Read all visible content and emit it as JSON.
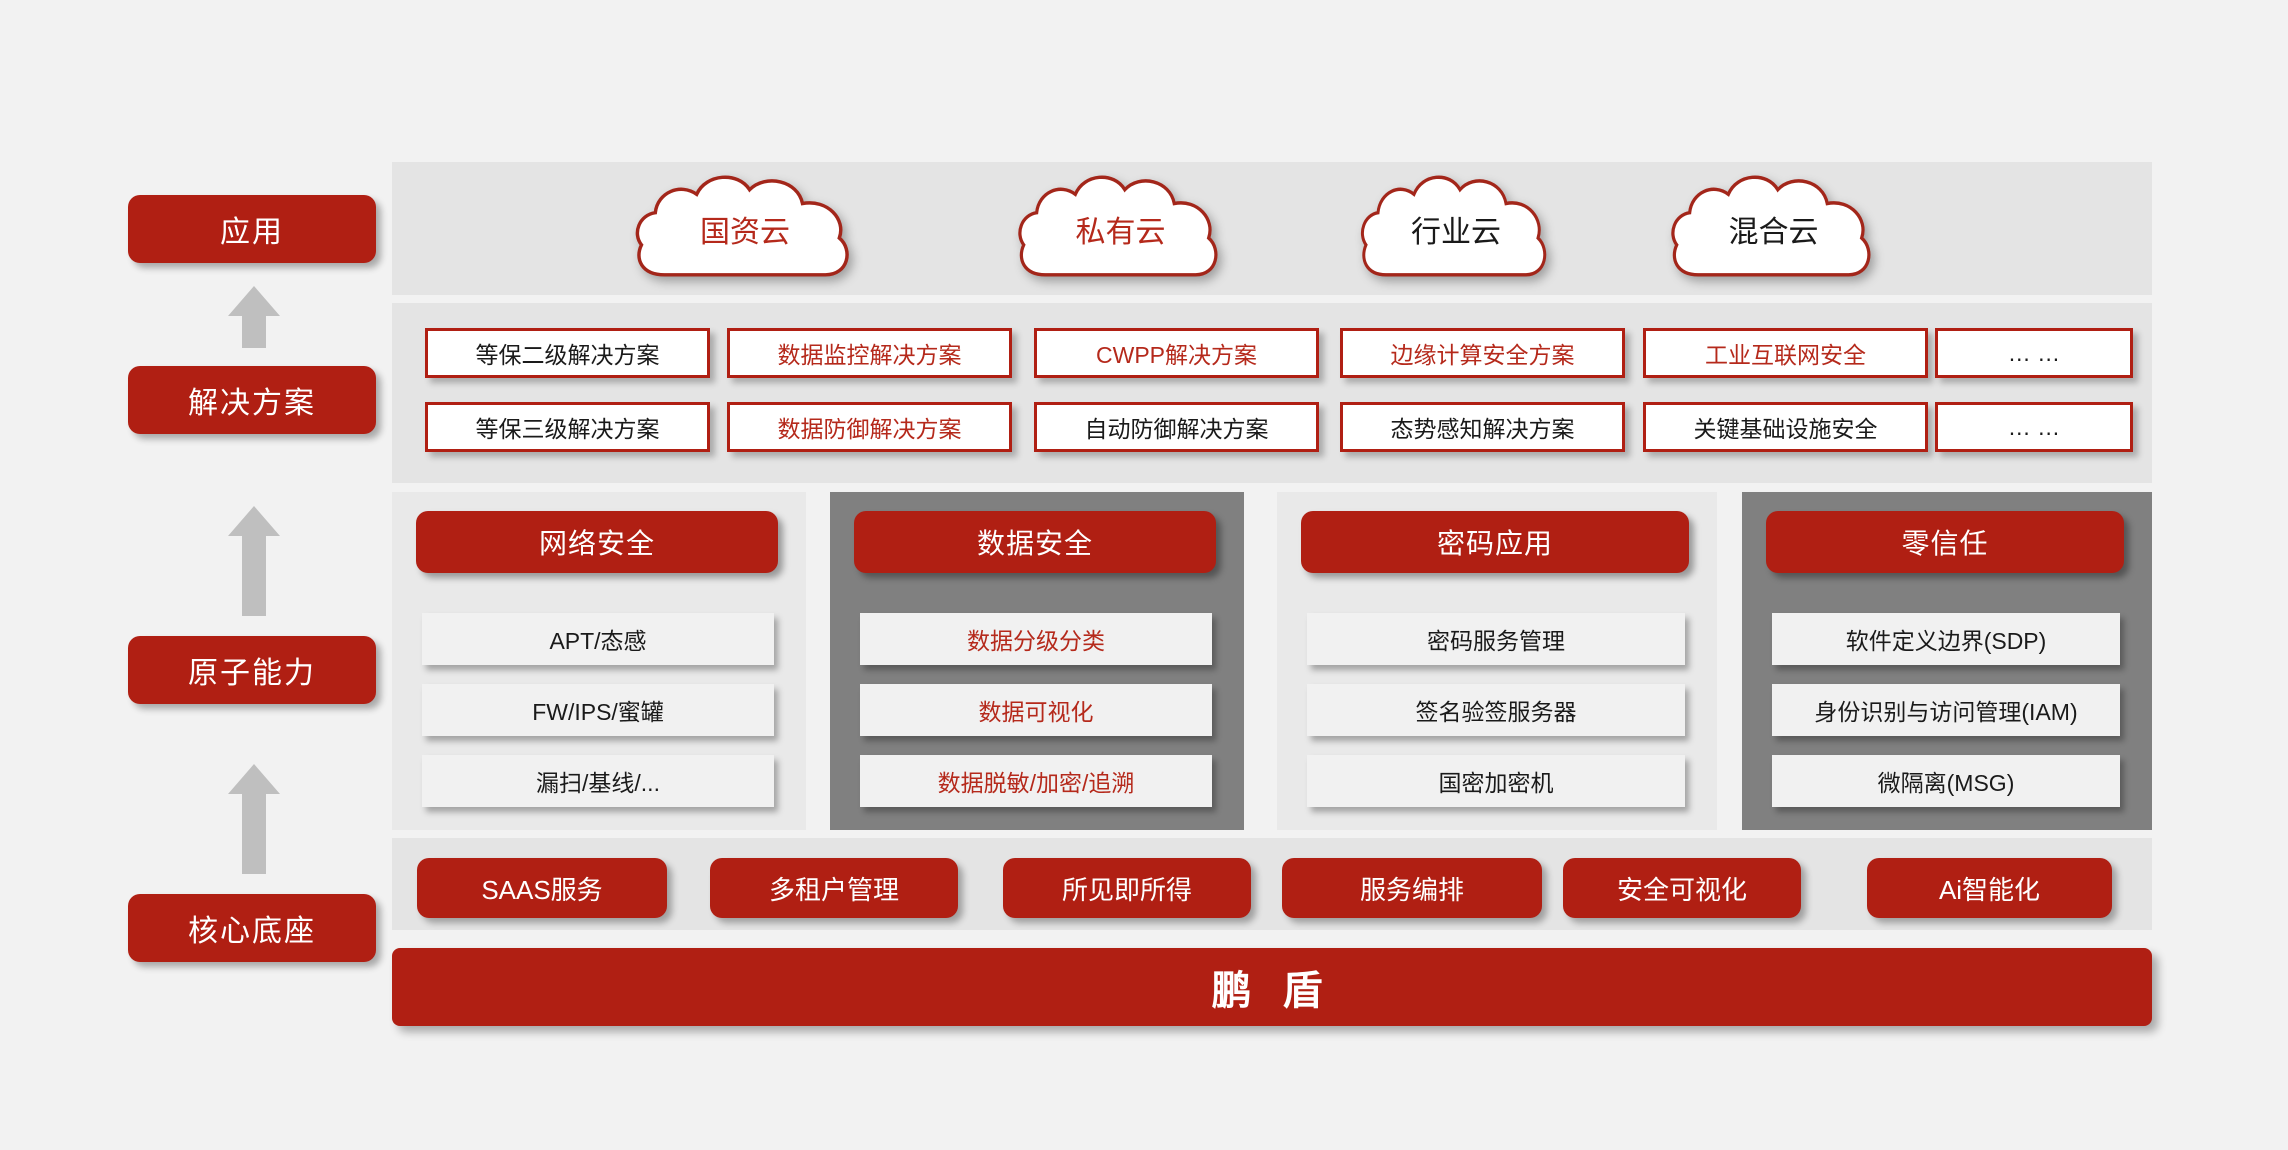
{
  "colors": {
    "brand_red": "#b01f13",
    "text_red": "#b5291b",
    "panel_light": "#e4e4e4",
    "panel_dark": "#808080",
    "page_bg": "#f2f2f2"
  },
  "rail": {
    "items": [
      {
        "label": "应用"
      },
      {
        "label": "解决方案"
      },
      {
        "label": "原子能力"
      },
      {
        "label": "核心底座"
      }
    ]
  },
  "application_layer": {
    "clouds": [
      {
        "label": "国资云",
        "text_color": "red"
      },
      {
        "label": "私有云",
        "text_color": "red"
      },
      {
        "label": "行业云",
        "text_color": "black"
      },
      {
        "label": "混合云",
        "text_color": "black"
      }
    ]
  },
  "solution_layer": {
    "row1": [
      {
        "label": "等保二级解决方案",
        "text_color": "black"
      },
      {
        "label": "数据监控解决方案",
        "text_color": "red"
      },
      {
        "label": "CWPP解决方案",
        "text_color": "red"
      },
      {
        "label": "边缘计算安全方案",
        "text_color": "red"
      },
      {
        "label": "工业互联网安全",
        "text_color": "red"
      },
      {
        "label": "… …",
        "text_color": "black"
      }
    ],
    "row2": [
      {
        "label": "等保三级解决方案",
        "text_color": "black"
      },
      {
        "label": "数据防御解决方案",
        "text_color": "red"
      },
      {
        "label": "自动防御解决方案",
        "text_color": "black"
      },
      {
        "label": "态势感知解决方案",
        "text_color": "black"
      },
      {
        "label": "关键基础设施安全",
        "text_color": "black"
      },
      {
        "label": "… …",
        "text_color": "black"
      }
    ]
  },
  "atomic_layer": {
    "columns": [
      {
        "title": "网络安全",
        "panel": "light",
        "items": [
          {
            "label": "APT/态感",
            "text_color": "black"
          },
          {
            "label": "FW/IPS/蜜罐",
            "text_color": "black"
          },
          {
            "label": "漏扫/基线/...",
            "text_color": "black"
          }
        ]
      },
      {
        "title": "数据安全",
        "panel": "dark",
        "items": [
          {
            "label": "数据分级分类",
            "text_color": "red"
          },
          {
            "label": "数据可视化",
            "text_color": "red"
          },
          {
            "label": "数据脱敏/加密/追溯",
            "text_color": "red"
          }
        ]
      },
      {
        "title": "密码应用",
        "panel": "light",
        "items": [
          {
            "label": "密码服务管理",
            "text_color": "black"
          },
          {
            "label": "签名验签服务器",
            "text_color": "black"
          },
          {
            "label": "国密加密机",
            "text_color": "black"
          }
        ]
      },
      {
        "title": "零信任",
        "panel": "dark",
        "items": [
          {
            "label": "软件定义边界(SDP)",
            "text_color": "black"
          },
          {
            "label": "身份识别与访问管理(IAM)",
            "text_color": "black"
          },
          {
            "label": "微隔离(MSG)",
            "text_color": "black"
          }
        ]
      }
    ]
  },
  "core_layer": {
    "pills": [
      {
        "label": "SAAS服务"
      },
      {
        "label": "多租户管理"
      },
      {
        "label": "所见即所得"
      },
      {
        "label": "服务编排"
      },
      {
        "label": "安全可视化"
      },
      {
        "label": "Ai智能化"
      }
    ],
    "brand": "鹏 盾"
  }
}
